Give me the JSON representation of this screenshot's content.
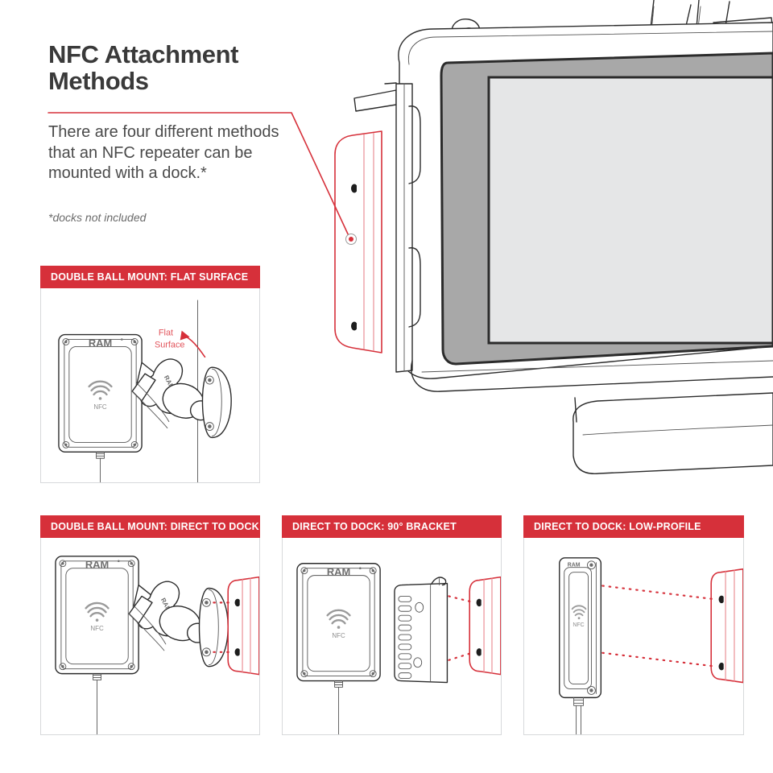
{
  "header": {
    "title_line1": "NFC Attachment",
    "title_line2": "Methods",
    "intro": "There are four different methods that an NFC repeater can be mounted with a dock.*",
    "footnote": "*docks not included"
  },
  "colors": {
    "brand_red": "#D6303A",
    "callout_red": "#E2555C",
    "title_gray": "#3A3A3A",
    "body_gray": "#4A4A4A",
    "footnote_gray": "#6A6A6A",
    "line_black": "#2B2B2B",
    "panel_border": "#D7D9DB",
    "screen_bezel_gray": "#A8A8A8",
    "screen_fill_gray": "#E5E6E7"
  },
  "hero": {
    "name": "tablet-dock-illustration",
    "description": "Line drawing of a tablet seated in a vehicle dock, with an NFC repeater plate highlighted in red on the left edge of the dock",
    "highlight_label": "nfc-repeater-mounting-plate",
    "screw_hole_count": 2
  },
  "panels": [
    {
      "id": "panel-1",
      "title": "DOUBLE BALL MOUNT: FLAT SURFACE",
      "device_brand": "RAM",
      "device_icon_label": "NFC",
      "arm_label": "RAM",
      "callout": {
        "line1": "Flat",
        "line2": "Surface"
      }
    },
    {
      "id": "panel-2",
      "title": "DOUBLE BALL MOUNT: DIRECT TO DOCK",
      "device_brand": "RAM",
      "device_icon_label": "NFC",
      "arm_label": "RAM",
      "callout": null
    },
    {
      "id": "panel-3",
      "title": "DIRECT TO DOCK: 90° BRACKET",
      "device_brand": "RAM",
      "device_icon_label": "NFC",
      "arm_label": null,
      "callout": null
    },
    {
      "id": "panel-4",
      "title": "DIRECT TO DOCK: LOW-PROFILE",
      "device_brand": "RAM",
      "device_icon_label": "NFC",
      "arm_label": null,
      "callout": null
    }
  ]
}
